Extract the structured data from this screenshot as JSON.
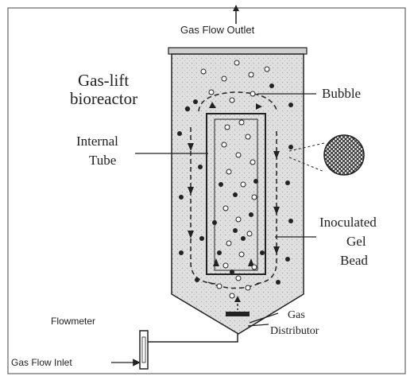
{
  "labels": {
    "gas_flow_outlet": "Gas Flow Outlet",
    "title_line1": "Gas-lift",
    "title_line2": "bioreactor",
    "bubble": "Bubble",
    "internal_line1": "Internal",
    "internal_line2": "Tube",
    "inoculated_line1": "Inoculated",
    "inoculated_line2": "Gel",
    "inoculated_line3": "Bead",
    "gas_line1": "Gas",
    "gas_line2": "Distributor",
    "flowmeter": "Flowmeter",
    "gas_flow_inlet": "Gas Flow Inlet"
  },
  "colors": {
    "ink": "#222222",
    "fluid_fill": "#e2e2e2",
    "frame_border": "#444444"
  }
}
